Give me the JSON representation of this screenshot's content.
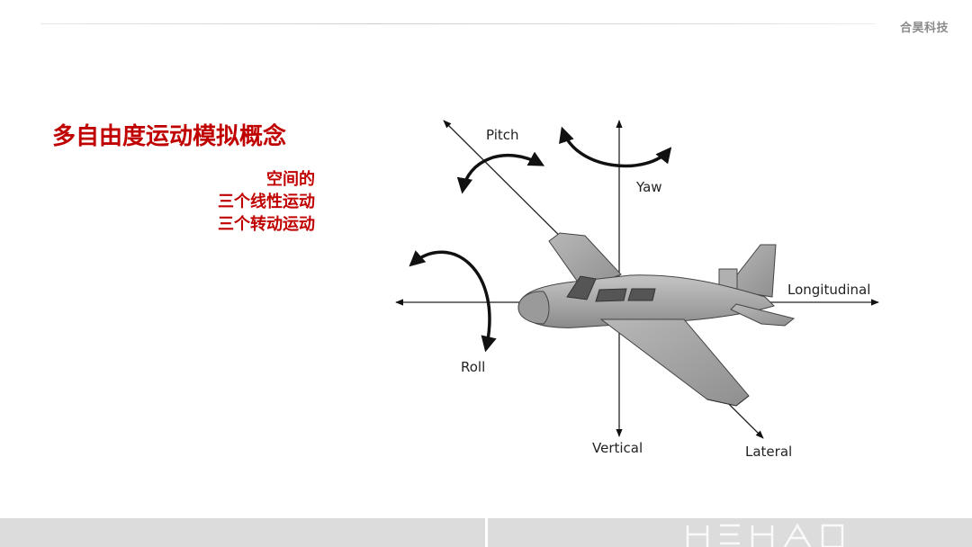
{
  "header": {
    "brand": "合昊科技"
  },
  "slide": {
    "title": "多自由度运动模拟概念",
    "points": [
      "空间的",
      "三个线性运动",
      "三个转动运动"
    ]
  },
  "diagram": {
    "labels": {
      "pitch": "Pitch",
      "yaw": "Yaw",
      "roll": "Roll",
      "longitudinal": "Longitudinal",
      "vertical": "Vertical",
      "lateral": "Lateral"
    }
  },
  "colors": {
    "accent": "#c00000",
    "footer": "#dcdcdc",
    "aircraft": "#a8a8a8"
  }
}
